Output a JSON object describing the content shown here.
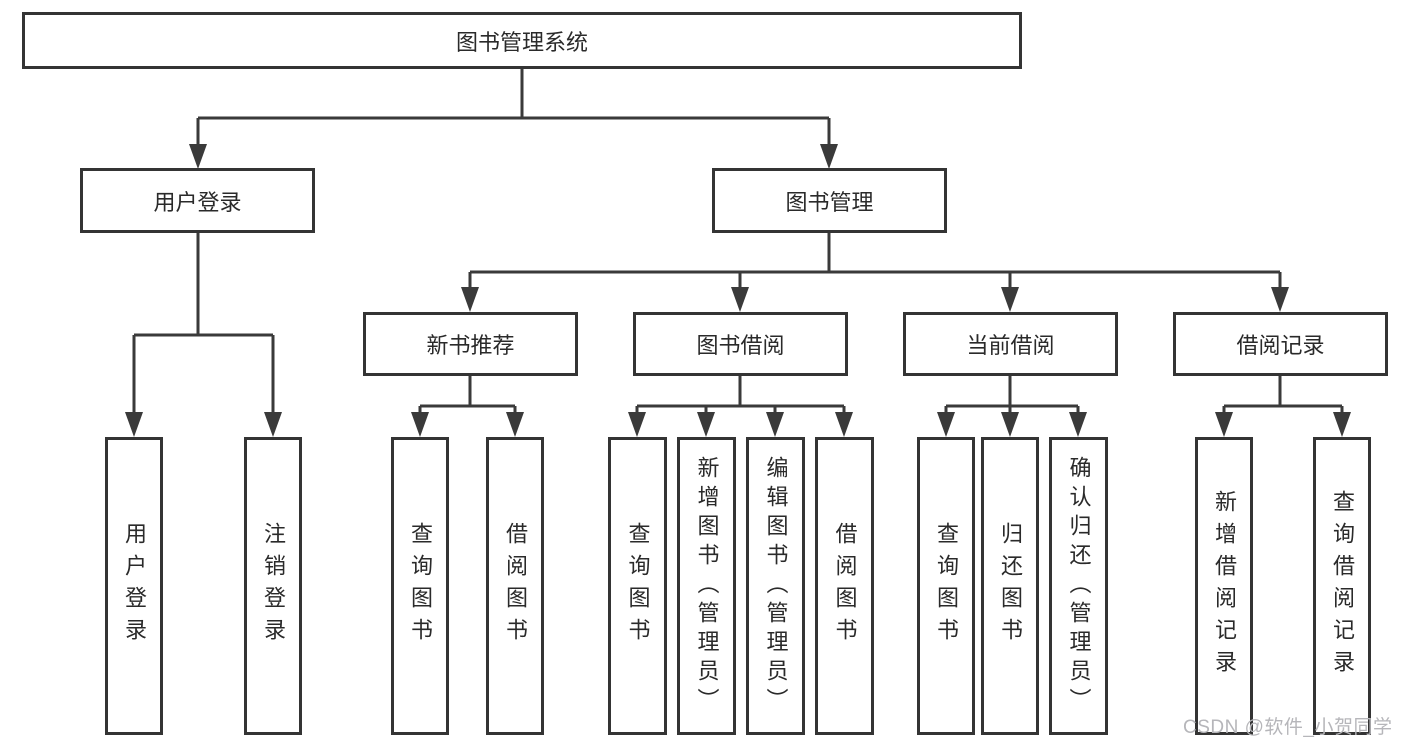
{
  "diagram": {
    "type": "hierarchy-tree",
    "title": "图书管理系统"
  },
  "nodes": {
    "root": {
      "label": "图书管理系统"
    },
    "user_login": {
      "label": "用户登录"
    },
    "book_mgmt": {
      "label": "图书管理"
    },
    "login_leaf": {
      "label": "用户登录"
    },
    "logout_leaf": {
      "label": "注销登录"
    },
    "new_book_rec": {
      "label": "新书推荐"
    },
    "book_borrow": {
      "label": "图书借阅"
    },
    "current_borrow": {
      "label": "当前借阅"
    },
    "borrow_records": {
      "label": "借阅记录"
    },
    "nb_query": {
      "label": "查询图书"
    },
    "nb_borrow": {
      "label": "借阅图书"
    },
    "bb_query": {
      "label": "查询图书"
    },
    "bb_add": {
      "label": "新增图书（管理员）"
    },
    "bb_edit": {
      "label": "编辑图书（管理员）"
    },
    "bb_borrow": {
      "label": "借阅图书"
    },
    "cb_query": {
      "label": "查询图书"
    },
    "cb_return": {
      "label": "归还图书"
    },
    "cb_confirm": {
      "label": "确认归还（管理员）"
    },
    "br_add": {
      "label": "新增借阅记录"
    },
    "br_query": {
      "label": "查询借阅记录"
    }
  },
  "hierarchy": {
    "root": [
      "user_login",
      "book_mgmt"
    ],
    "user_login": [
      "login_leaf",
      "logout_leaf"
    ],
    "book_mgmt": [
      "new_book_rec",
      "book_borrow",
      "current_borrow",
      "borrow_records"
    ],
    "new_book_rec": [
      "nb_query",
      "nb_borrow"
    ],
    "book_borrow": [
      "bb_query",
      "bb_add",
      "bb_edit",
      "bb_borrow"
    ],
    "current_borrow": [
      "cb_query",
      "cb_return",
      "cb_confirm"
    ],
    "borrow_records": [
      "br_add",
      "br_query"
    ]
  },
  "watermark": {
    "text": "CSDN @软件_小贺同学"
  },
  "colors": {
    "line": "#3a3a3a",
    "box_border": "#343434",
    "text": "#2a2a2a",
    "background": "#ffffff",
    "watermark": "#b6b6ba"
  }
}
